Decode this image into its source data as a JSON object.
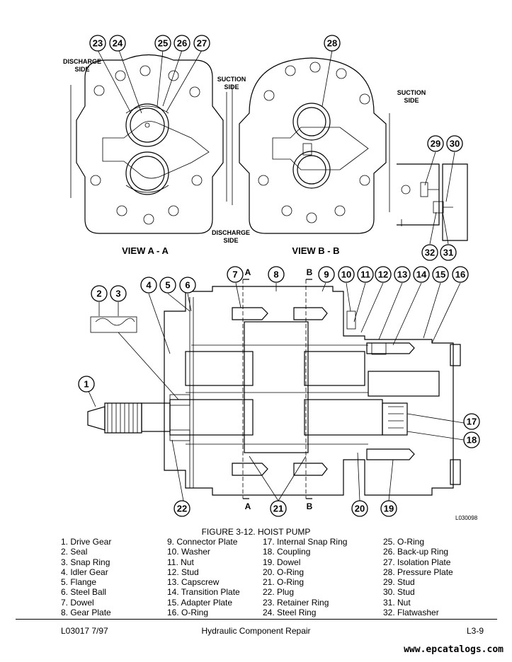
{
  "figure": {
    "caption": "FIGURE 3-12. HOIST PUMP",
    "drawing_code": "L030098"
  },
  "views": {
    "a_title": "VIEW A - A",
    "b_title": "VIEW B - B",
    "discharge_label_1": "DISCHARGE",
    "discharge_label_2": "SIDE",
    "suction_label_1": "SUCTION",
    "suction_label_2": "SIDE",
    "section_a": "A",
    "section_b": "B"
  },
  "callouts": [
    "1",
    "2",
    "3",
    "4",
    "5",
    "6",
    "7",
    "8",
    "9",
    "10",
    "11",
    "12",
    "13",
    "14",
    "15",
    "16",
    "17",
    "18",
    "19",
    "20",
    "21",
    "22",
    "23",
    "24",
    "25",
    "26",
    "27",
    "28",
    "29",
    "30",
    "31",
    "32"
  ],
  "legend": {
    "col0": [
      "1. Drive Gear",
      "2. Seal",
      "3. Snap Ring",
      "4. Idler Gear",
      "5. Flange",
      "6. Steel Ball",
      "7. Dowel",
      "8. Gear Plate"
    ],
    "col1": [
      "9. Connector Plate",
      "10. Washer",
      "11. Nut",
      "12. Stud",
      "13. Capscrew",
      "14. Transition Plate",
      "15. Adapter Plate",
      "16. O-Ring"
    ],
    "col2": [
      "17. Internal Snap Ring",
      "18. Coupling",
      "19. Dowel",
      "20. O-Ring",
      "21. O-Ring",
      "22. Plug",
      "23. Retainer Ring",
      "24. Steel Ring"
    ],
    "col3": [
      "25. O-Ring",
      "26. Back-up Ring",
      "27. Isolation Plate",
      "28. Pressure Plate",
      "29. Stud",
      "30. Stud",
      "31. Nut",
      "32. Flatwasher"
    ]
  },
  "footer": {
    "left": "L03017 7/97",
    "center": "Hydraulic Component Repair",
    "right": "L3-9"
  },
  "watermark": "www.epcatalogs.com"
}
